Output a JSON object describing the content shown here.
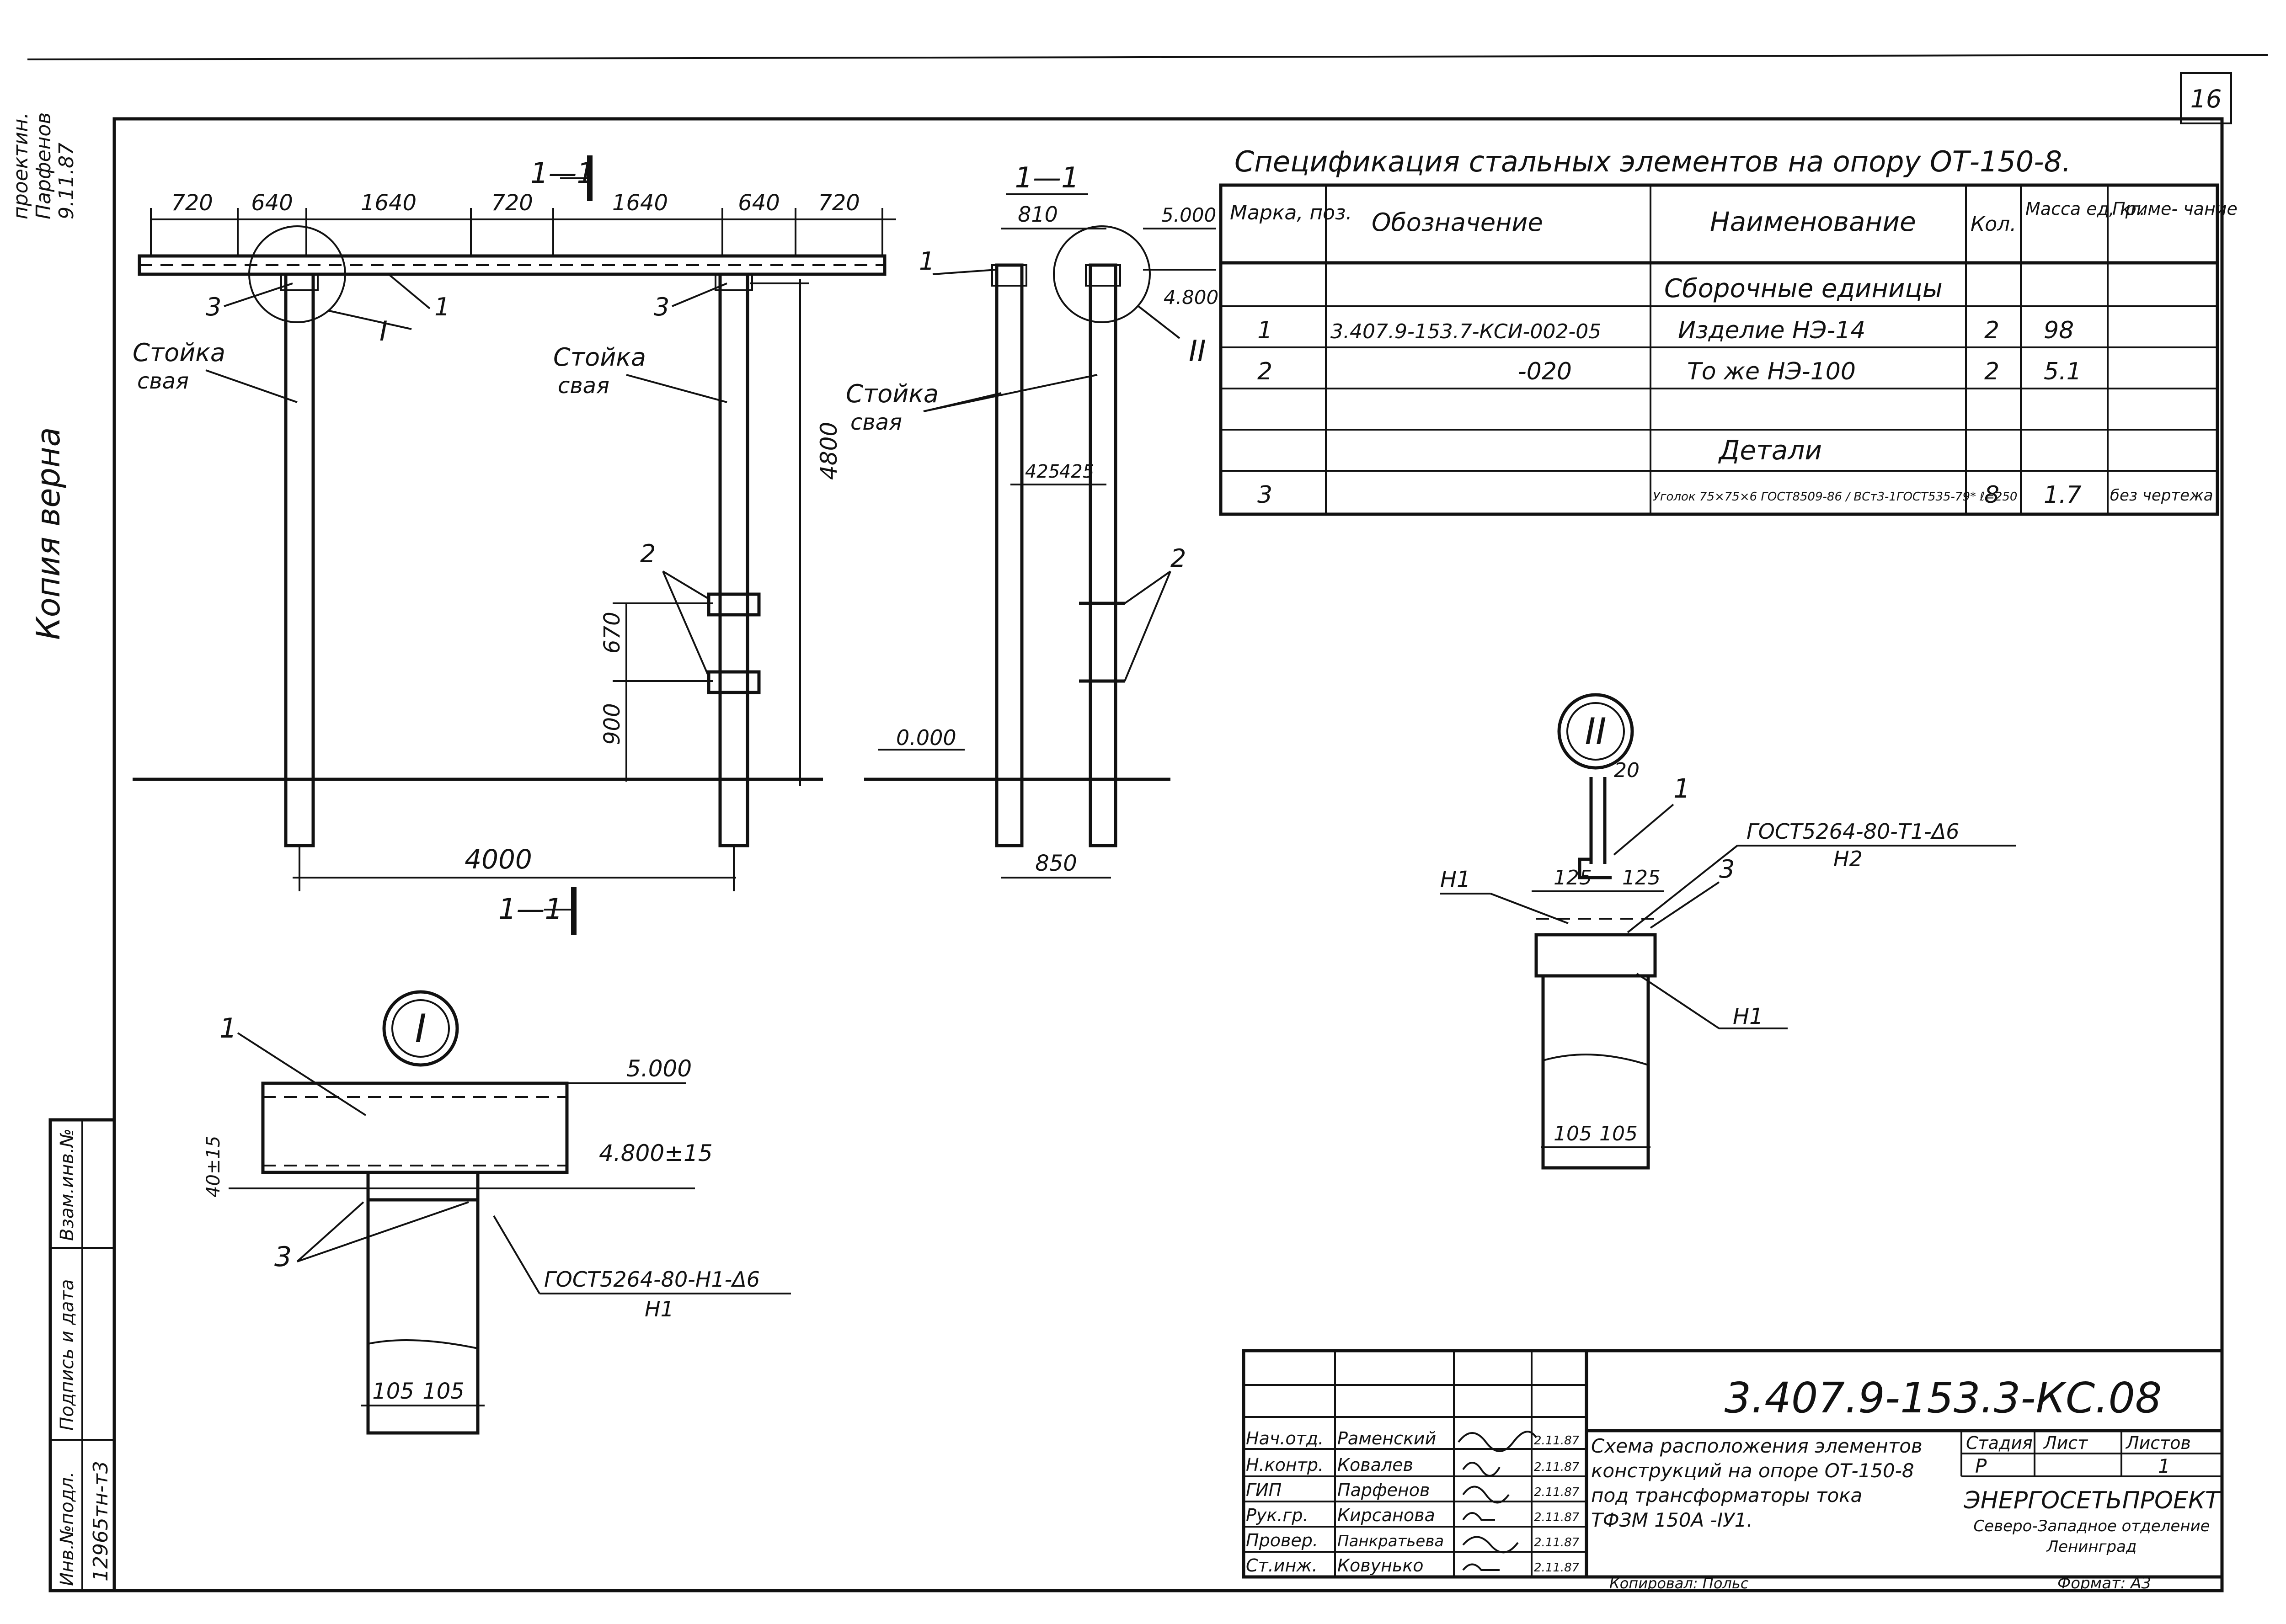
{
  "sheet_number": "16",
  "margin_note": [
    "Копия верна",
    "проектин.",
    "Парфенов",
    "9.11.87"
  ],
  "spec": {
    "title": "Спецификация стальных элементов на опору ОТ-150-8.",
    "headers": [
      "Марка, поз.",
      "Обозначение",
      "Наименование",
      "Кол.",
      "Масса ед, кг.",
      "Приме- чание"
    ],
    "section_assembly": "Сборочные единицы",
    "section_details": "Детали",
    "rows": [
      {
        "pos": "1",
        "code": "3.407.9-153.7-КСИ-002-05",
        "name": "Изделие НЭ-14",
        "qty": "2",
        "mass": "98",
        "note": ""
      },
      {
        "pos": "2",
        "code": "-020",
        "name": "То же НЭ-100",
        "qty": "2",
        "mass": "5.1",
        "note": ""
      },
      {
        "pos": "3",
        "code": "",
        "name": "Уголок 75×75×6 ГОСТ8509-86 / ВСт3-1ГОСТ535-79* ℓ=250",
        "qty": "8",
        "mass": "1.7",
        "note": "без чертежа"
      }
    ]
  },
  "front_view": {
    "section_mark": "1—1",
    "dims_top": [
      "720",
      "640",
      "1640",
      "720",
      "1640",
      "640",
      "720"
    ],
    "dim_span": "4000",
    "dim_height": "4800",
    "dim_670": "670",
    "dim_900": "900",
    "label_post": [
      "Стойка",
      "свая"
    ],
    "callouts": [
      "1",
      "2",
      "3",
      "3",
      "I"
    ],
    "section_mark_bottom": "1—1"
  },
  "side_view": {
    "title": "1—1",
    "dim_810": "810",
    "dim_850": "850",
    "dim_425a": "425",
    "dim_425b": "425",
    "level_5000": "5.000",
    "level_4800": "4.800",
    "level_0": "0.000",
    "label_post": [
      "Стойка",
      "свая"
    ],
    "callouts": [
      "1",
      "2",
      "II"
    ]
  },
  "detail_I": {
    "mark": "I",
    "level_top": "5.000",
    "level_mid": "4.800±15",
    "dim_offset": "40±15",
    "weld": "ГОСТ5264-80-Н1-Δ6",
    "weld_sub": "Н1",
    "dims": [
      "105",
      "105"
    ],
    "callouts": [
      "1",
      "3"
    ]
  },
  "detail_II": {
    "mark": "II",
    "dim_20": "20",
    "dims_top": [
      "125",
      "125"
    ],
    "dims_bottom": [
      "105",
      "105"
    ],
    "weld": "ГОСТ5264-80-Т1-Δ6",
    "weld_sub": "Н2",
    "n1a": "Н1",
    "n1b": "Н1",
    "callouts": [
      "1",
      "3"
    ]
  },
  "left_stamp": [
    "Инв.№подл.",
    "Подпись и дата",
    "Взам.инв.№",
    "12965тн-т3"
  ],
  "title_block": {
    "doc_code": "3.407.9-153.3-КС.08",
    "roles": [
      "Нач.отд.",
      "Н.контр.",
      "ГИП",
      "Рук.гр.",
      "Провер.",
      "Ст.инж."
    ],
    "names": [
      "Раменский",
      "Ковалев",
      "Парфенов",
      "Кирсанова",
      "Панкратьева",
      "Ковунько"
    ],
    "dates": [
      "2.11.87",
      "2.11.87",
      "2.11.87",
      "2.11.87",
      "2.11.87",
      "2.11.87"
    ],
    "description": [
      "Схема расположения элементов",
      "конструкций на опоре ОТ-150-8",
      "под трансформаторы тока",
      "ТФЗМ 150А -IУ1."
    ],
    "stage_label": "Стадия",
    "sheet_label": "Лист",
    "sheets_label": "Листов",
    "stage": "Р",
    "sheets": "1",
    "org": "ЭНЕРГОСЕТЬПРОЕКТ",
    "org_sub": "Северо-Западное отделение",
    "org_city": "Ленинград",
    "copied": "Копировал: Польс",
    "format": "Формат: А3"
  }
}
